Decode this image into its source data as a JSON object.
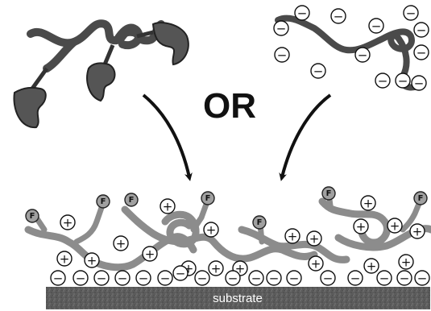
{
  "diagram": {
    "or_label": "OR",
    "substrate_label": "substrate",
    "symbols": {
      "positive": "+",
      "negative": "−",
      "functional": "F"
    },
    "colors": {
      "polymer_dark": "#4a4a4a",
      "polymer_gray": "#8c8c8c",
      "substrate": "#5a5a5a",
      "functional_group": "#a0a0a0",
      "arrow": "#111111"
    }
  }
}
